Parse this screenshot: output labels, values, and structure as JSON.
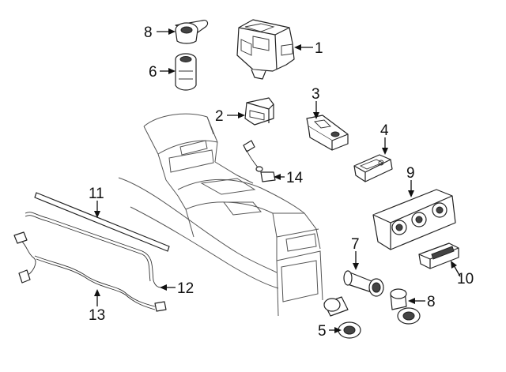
{
  "diagram": {
    "callouts": [
      {
        "id": "c8a",
        "label": "8"
      },
      {
        "id": "c1",
        "label": "1"
      },
      {
        "id": "c6",
        "label": "6"
      },
      {
        "id": "c3",
        "label": "3"
      },
      {
        "id": "c2",
        "label": "2"
      },
      {
        "id": "c4",
        "label": "4"
      },
      {
        "id": "c14",
        "label": "14"
      },
      {
        "id": "c9",
        "label": "9"
      },
      {
        "id": "c11",
        "label": "11"
      },
      {
        "id": "c7",
        "label": "7"
      },
      {
        "id": "c10",
        "label": "10"
      },
      {
        "id": "c12",
        "label": "12"
      },
      {
        "id": "c13",
        "label": "13"
      },
      {
        "id": "c8b",
        "label": "8"
      },
      {
        "id": "c5",
        "label": "5"
      }
    ]
  }
}
